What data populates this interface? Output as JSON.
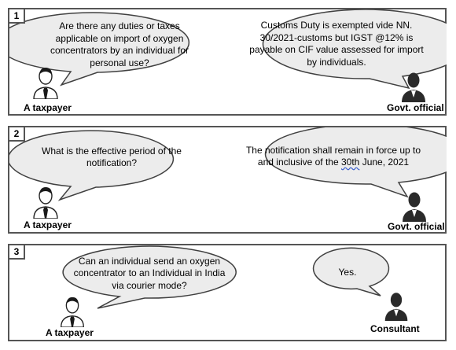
{
  "panels": [
    {
      "number": "1",
      "left_speech": "Are there any duties or taxes applicable on import of oxygen concentrators by an individual for personal use?",
      "left_caption": "A taxpayer",
      "right_speech": "Customs Duty is exempted vide NN. 30/2021-customs but IGST @12% is payable on CIF value assessed for import by individuals.",
      "right_caption": "Govt. official"
    },
    {
      "number": "2",
      "left_speech": "What is the effective period of the notification?",
      "left_caption": "A taxpayer",
      "right_speech_before": "The notification shall remain in force up to and inclusive of the ",
      "right_speech_marked": "30th",
      "right_speech_after": " June, 2021",
      "right_caption": "Govt. official"
    },
    {
      "number": "3",
      "left_speech": "Can an individual send an oxygen concentrator to an Individual in India via courier mode?",
      "left_caption": "A taxpayer",
      "right_speech": "Yes.",
      "right_caption": "Consultant"
    }
  ],
  "colors": {
    "border": "#555555",
    "bubble_fill": "#ececec",
    "bubble_stroke": "#404040",
    "taxpayer_tie": "#1a1a1a",
    "official_suit": "#2a2a2a"
  },
  "icons": [
    "taxpayer-person-icon",
    "official-person-icon"
  ]
}
